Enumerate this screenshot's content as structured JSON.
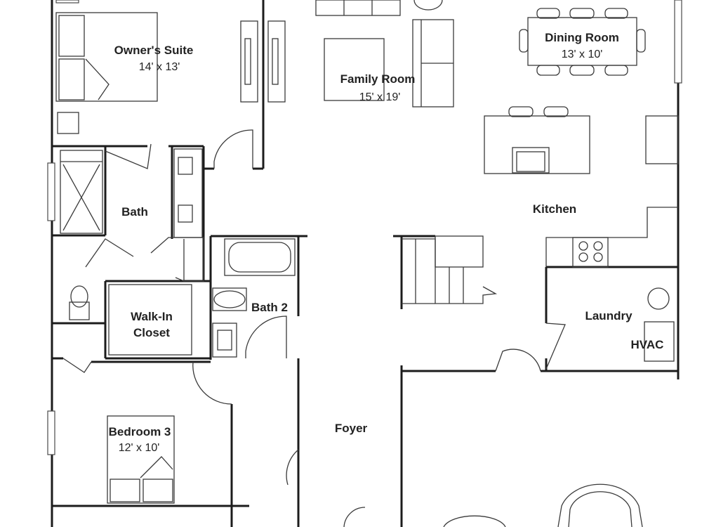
{
  "rooms": {
    "owners_suite": {
      "name": "Owner's Suite",
      "size": "14' x 13'"
    },
    "family_room": {
      "name": "Family Room",
      "size": "15' x 19'"
    },
    "dining_room": {
      "name": "Dining Room",
      "size": "13' x 10'"
    },
    "kitchen": {
      "name": "Kitchen"
    },
    "bath": {
      "name": "Bath"
    },
    "bath2": {
      "name": "Bath 2"
    },
    "walk_in_closet": {
      "line1": "Walk-In",
      "line2": "Closet"
    },
    "laundry": {
      "name": "Laundry"
    },
    "hvac": {
      "name": "HVAC"
    },
    "bedroom3": {
      "name": "Bedroom 3",
      "size": "12' x 10'"
    },
    "foyer": {
      "name": "Foyer"
    }
  }
}
